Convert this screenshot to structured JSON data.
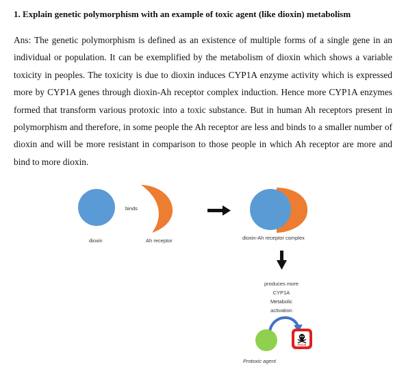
{
  "document": {
    "question": "1. Explain genetic polymorphism with an example of toxic agent (like dioxin) metabolism",
    "answer": "Ans: The genetic polymorphism is defined as an existence of multiple forms of a single gene in an individual or population. It can be exemplified by the metabolism of dioxin which shows a variable toxicity in peoples.   The toxicity is due to dioxin induces CYP1A enzyme activity which is expressed more by CYP1A genes through dioxin-Ah receptor complex induction. Hence more CYP1A enzymes formed that transform various protoxic into a toxic substance. But in human Ah receptors present in polymorphism and therefore, in some people the Ah receptor are less and binds to a smaller number of dioxin and will be more resistant in comparison to those people in which Ah receptor are more and bind to more dioxin."
  },
  "diagram": {
    "binds_label": "binds",
    "dioxin_label": "dioxin",
    "receptor_label": "Ah receptor",
    "complex_label": "dioxin-Ah receptor complex",
    "produces_lines": [
      "produces more",
      "CYP1A",
      "Metabolic",
      "activation"
    ],
    "protoxic_label": "Protoxic agent",
    "poison_label": "POISON",
    "colors": {
      "dioxin": "#5b9bd5",
      "receptor": "#ed7d31",
      "protoxic": "#8fd14f",
      "arrow": "#111111",
      "curve_arrow": "#4472c4",
      "poison_red": "#e02020"
    }
  }
}
